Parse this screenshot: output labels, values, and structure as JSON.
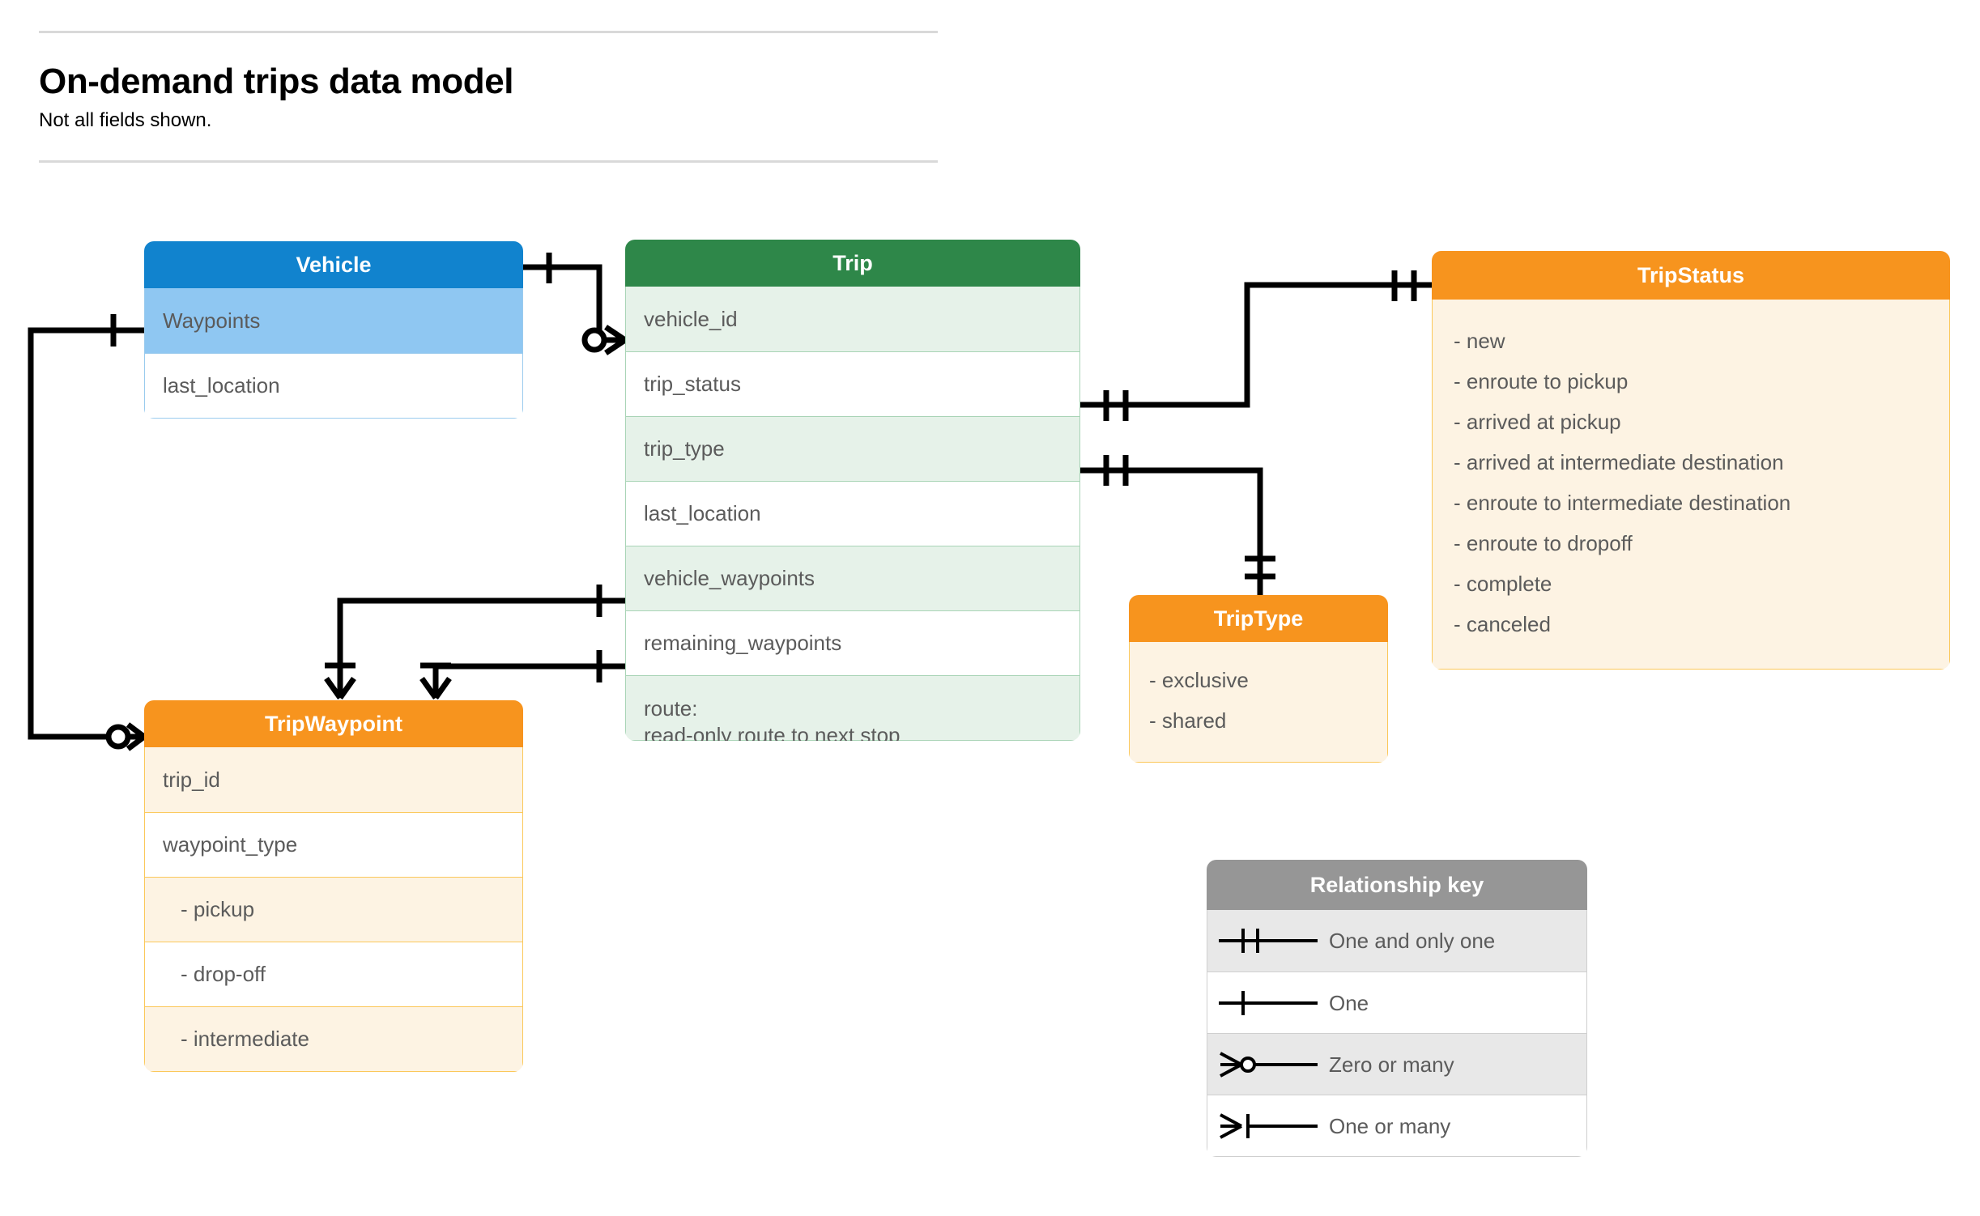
{
  "header": {
    "title": "On-demand trips data model",
    "subtitle": "Not all fields shown."
  },
  "entities": {
    "vehicle": {
      "name": "Vehicle",
      "header_color": "#1183CE",
      "rows": [
        {
          "label": "Waypoints"
        },
        {
          "label": "last_location"
        }
      ]
    },
    "trip": {
      "name": "Trip",
      "header_color": "#2E8749",
      "rows": [
        {
          "label": "vehicle_id"
        },
        {
          "label": "trip_status"
        },
        {
          "label": "trip_type"
        },
        {
          "label": "last_location"
        },
        {
          "label": "vehicle_waypoints"
        },
        {
          "label": "remaining_waypoints"
        },
        {
          "label": "route:",
          "label2": "read-only route to next stop"
        }
      ]
    },
    "trip_waypoint": {
      "name": "TripWaypoint",
      "header_color": "#F7941E",
      "rows": [
        {
          "label": "trip_id"
        },
        {
          "label": "waypoint_type"
        },
        {
          "label": "-  pickup"
        },
        {
          "label": "-  drop-off"
        },
        {
          "label": "-  intermediate"
        }
      ]
    },
    "trip_status": {
      "name": "TripStatus",
      "header_color": "#F7941E",
      "values": [
        "- new",
        "- enroute to pickup",
        "- arrived at pickup",
        "- arrived at intermediate destination",
        "- enroute to intermediate destination",
        "- enroute to dropoff",
        "- complete",
        "- canceled"
      ]
    },
    "trip_type": {
      "name": "TripType",
      "header_color": "#F7941E",
      "values": [
        "- exclusive",
        "- shared"
      ]
    }
  },
  "relationship_key": {
    "title": "Relationship key",
    "header_color": "#969696",
    "items": [
      {
        "glyph": "one-and-only-one-icon",
        "label": "One and only one"
      },
      {
        "glyph": "one-icon",
        "label": "One"
      },
      {
        "glyph": "zero-or-many-icon",
        "label": "Zero or many"
      },
      {
        "glyph": "one-or-many-icon",
        "label": "One or many"
      }
    ]
  },
  "relationships": [
    {
      "from": "Vehicle",
      "from_cardinality": "One",
      "to": "Trip.vehicle_id",
      "to_cardinality": "Zero or many"
    },
    {
      "from": "Vehicle.Waypoints",
      "from_cardinality": "One",
      "to": "TripWaypoint",
      "to_cardinality": "Zero or many"
    },
    {
      "from": "Trip.trip_status",
      "from_cardinality": "One and only one",
      "to": "TripStatus",
      "to_cardinality": "One and only one"
    },
    {
      "from": "Trip.trip_type",
      "from_cardinality": "One and only one",
      "to": "TripType",
      "to_cardinality": "One and only one"
    },
    {
      "from": "Trip.vehicle_waypoints",
      "from_cardinality": "One",
      "to": "TripWaypoint",
      "to_cardinality": "One or many"
    },
    {
      "from": "Trip.remaining_waypoints",
      "from_cardinality": "One",
      "to": "TripWaypoint",
      "to_cardinality": "One or many"
    }
  ]
}
